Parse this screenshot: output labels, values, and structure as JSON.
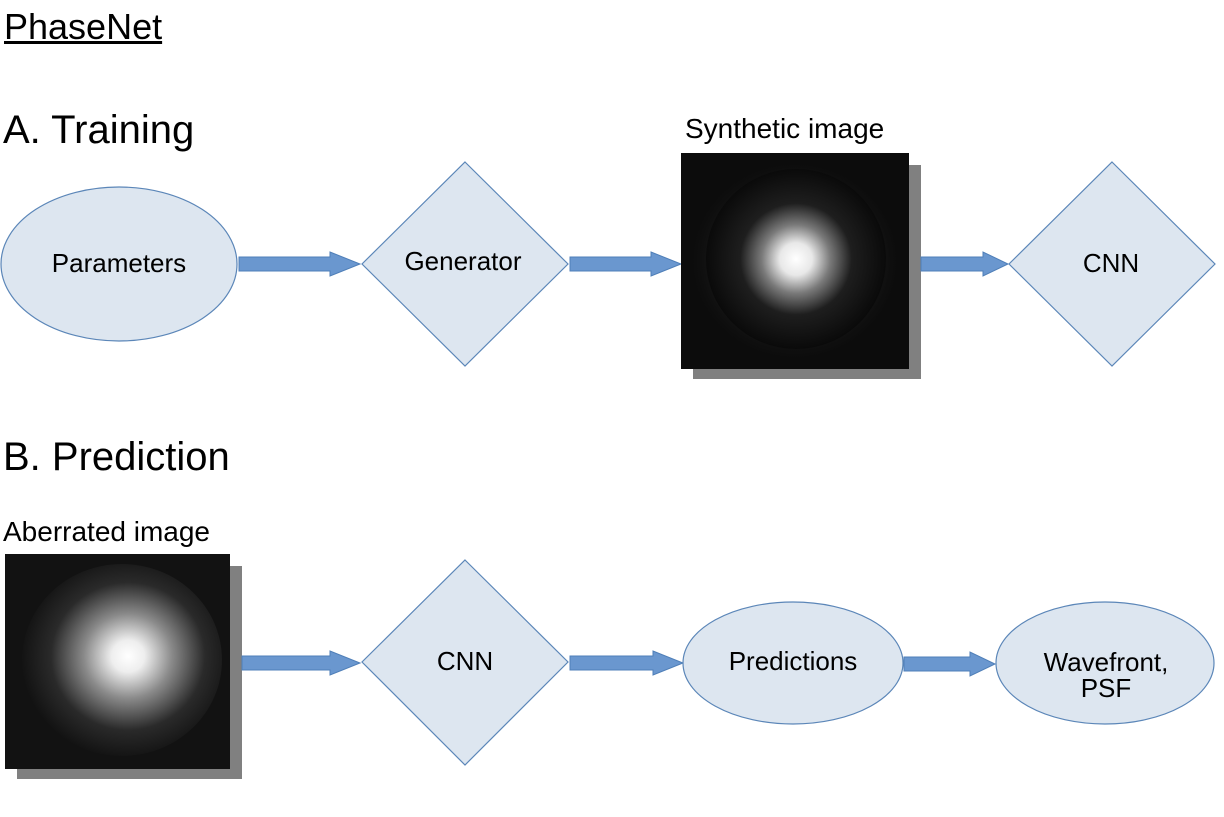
{
  "title": "PhaseNet",
  "sections": {
    "training": {
      "heading": "A. Training",
      "image_caption": "Synthetic image",
      "nodes": {
        "parameters": "Parameters",
        "generator": "Generator",
        "cnn": "CNN"
      }
    },
    "prediction": {
      "heading": "B. Prediction",
      "image_caption": "Aberrated image",
      "nodes": {
        "cnn": "CNN",
        "predictions": "Predictions",
        "wavefront_line1": "Wavefront,",
        "wavefront_line2": "PSF"
      }
    }
  },
  "colors": {
    "node_fill": "#dde6f0",
    "node_stroke": "#5b86b8",
    "arrow_fill": "#6a97cf",
    "arrow_stroke": "#4f7fb8",
    "image_shadow": "#808080"
  }
}
